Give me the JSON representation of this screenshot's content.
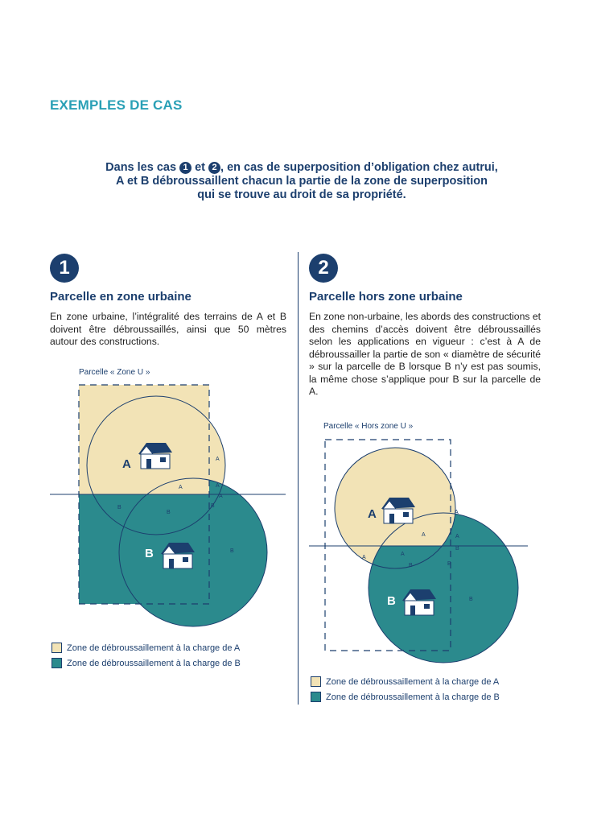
{
  "page": {
    "title": "EXEMPLES DE CAS",
    "intro": {
      "line1_pre": "Dans les cas ",
      "num1": "1",
      "line1_mid": " et ",
      "num2": "2",
      "line1_post": ", en cas de superposition d’obligation chez autrui,",
      "line2": "A et B débroussaillent chacun la partie de la zone de superposition",
      "line3": "qui se trouve au droit de sa propriété."
    }
  },
  "case1": {
    "number": "1",
    "title": "Parcelle en zone urbaine",
    "text": "En zone urbaine, l’intégralité des terrains de A et B doivent être débroussaillés, ainsi que 50 mètres autour des constructions.",
    "diagram": {
      "parcel_label": "Parcelle « Zone U »",
      "house_a": "A",
      "house_b": "B",
      "small_a": "A",
      "small_b": "B"
    },
    "legend": [
      "Zone de débroussaillement à la charge de A",
      "Zone de débroussaillement à la charge de B"
    ]
  },
  "case2": {
    "number": "2",
    "title": "Parcelle hors zone urbaine",
    "text": "En zone non-urbaine, les abords des constructions et des chemins d’accès doivent être débroussaillés selon les applications en vigueur : c’est à A de débroussailler la partie de son « diamètre de sécurité » sur la parcelle de B lorsque B n’y est pas soumis, la même chose s’applique pour B sur la parcelle de A.",
    "diagram": {
      "parcel_label": "Parcelle « Hors zone U »",
      "house_a": "A",
      "house_b": "B",
      "small_a": "A",
      "small_b": "B"
    },
    "legend": [
      "Zone de débroussaillement à la charge de A",
      "Zone de débroussaillement à la charge de B"
    ]
  },
  "colors": {
    "navy": "#1c3f6e",
    "teal_title": "#2aa0b6",
    "zone_a": "#f2e3b6",
    "zone_b": "#2b8a8d"
  }
}
